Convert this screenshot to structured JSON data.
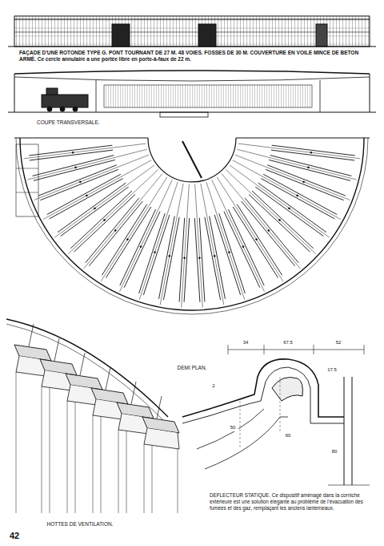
{
  "diagram": {
    "labels": [
      "FAÇADE D'UNE ROTONDE TYPE G. PONT TOURNANT DE 27 M. 48 VOIES. FOSSES DE 30 M. COUVERTURE EN VOILE MINCE DE BETON ARMÉ. Ce cercle annulaire a une portée libre en porte-à-faux de 22 m.",
      "COUPE TRANSVERSALE.",
      "DEMI PLAN.",
      "HOTTES DE VENTILATION.",
      "DEFLECTEUR STATIQUE. Ce dispositif aménagé dans la corniche extérieure est une solution élégante au problème de l'évacuation des fumées et des gaz, remplaçant les anciens lanterneaux.",
      "42",
      "34",
      "67.5",
      "52",
      "2",
      "17.5",
      "60",
      "50",
      "80"
    ]
  }
}
